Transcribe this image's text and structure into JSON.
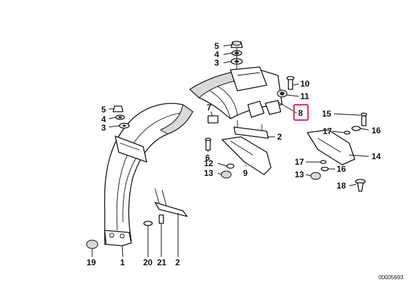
{
  "diagram": {
    "highlight_color": "#e0307a",
    "diagram_code": "00005693",
    "callouts": {
      "c5_top": "5",
      "c4_top": "4",
      "c3_top": "3",
      "c10": "10",
      "c11": "11",
      "c8": "8",
      "c15": "15",
      "c16_top": "16",
      "c7": "7",
      "c5_left": "5",
      "c4_left": "4",
      "c3_left": "3",
      "c2_right": "2",
      "c17_top": "17",
      "c14": "14",
      "c6": "6",
      "c12": "12",
      "c13_mid": "13",
      "c9": "9",
      "c17_low": "17",
      "c16_low": "16",
      "c13_right": "13",
      "c18": "18",
      "c19": "19",
      "c1": "1",
      "c20": "20",
      "c21": "21",
      "c2_bottom": "2"
    },
    "icons": [
      "mudguard-front",
      "mudguard-rear",
      "bracket",
      "plate",
      "nut",
      "washer",
      "bolt",
      "rubber-buffer",
      "expanding-rivet"
    ]
  }
}
